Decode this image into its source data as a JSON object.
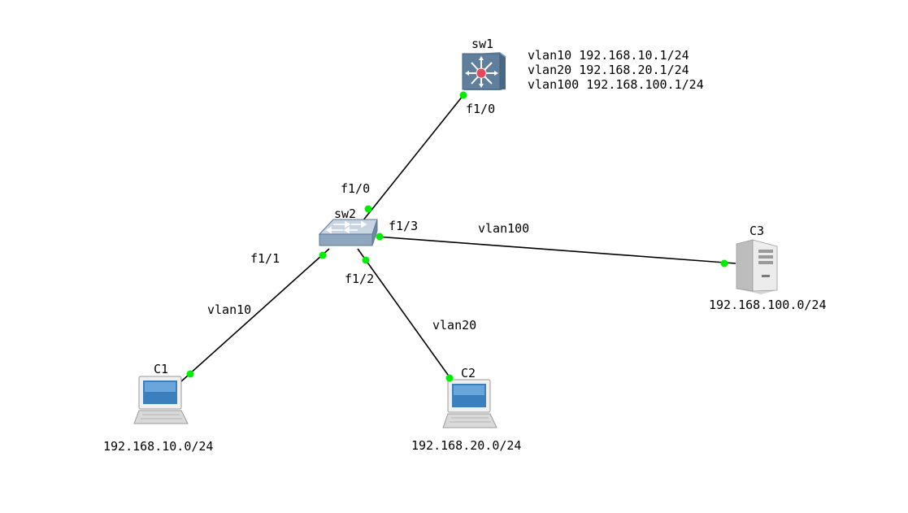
{
  "devices": {
    "sw1": {
      "label": "sw1",
      "icon": "layer3-switch-icon"
    },
    "sw2": {
      "label": "sw2",
      "icon": "layer2-switch-icon"
    },
    "c1": {
      "label": "C1",
      "icon": "laptop-icon",
      "subnet": "192.168.10.0/24"
    },
    "c2": {
      "label": "C2",
      "icon": "laptop-icon",
      "subnet": "192.168.20.0/24"
    },
    "c3": {
      "label": "C3",
      "icon": "server-icon",
      "subnet": "192.168.100.0/24"
    }
  },
  "sw1_interfaces": [
    "vlan10 192.168.10.1/24",
    "vlan20 192.168.20.1/24",
    "vlan100 192.168.100.1/24"
  ],
  "links": {
    "sw1_sw2": {
      "sw1_port": "f1/0",
      "sw2_port": "f1/0"
    },
    "sw2_c1": {
      "sw2_port": "f1/1",
      "vlan": "vlan10"
    },
    "sw2_c2": {
      "sw2_port": "f1/2",
      "vlan": "vlan20"
    },
    "sw2_c3": {
      "sw2_port": "f1/3",
      "vlan": "vlan100"
    }
  },
  "colors": {
    "link": "#000000",
    "port_dot": "#00ee00",
    "sw1_body": "#5f7f9d",
    "sw1_center": "#e8485a",
    "sw2_body": "#a9bcd0",
    "laptop_screen": "#3c7fbf",
    "server_body": "#e6e6e6"
  }
}
